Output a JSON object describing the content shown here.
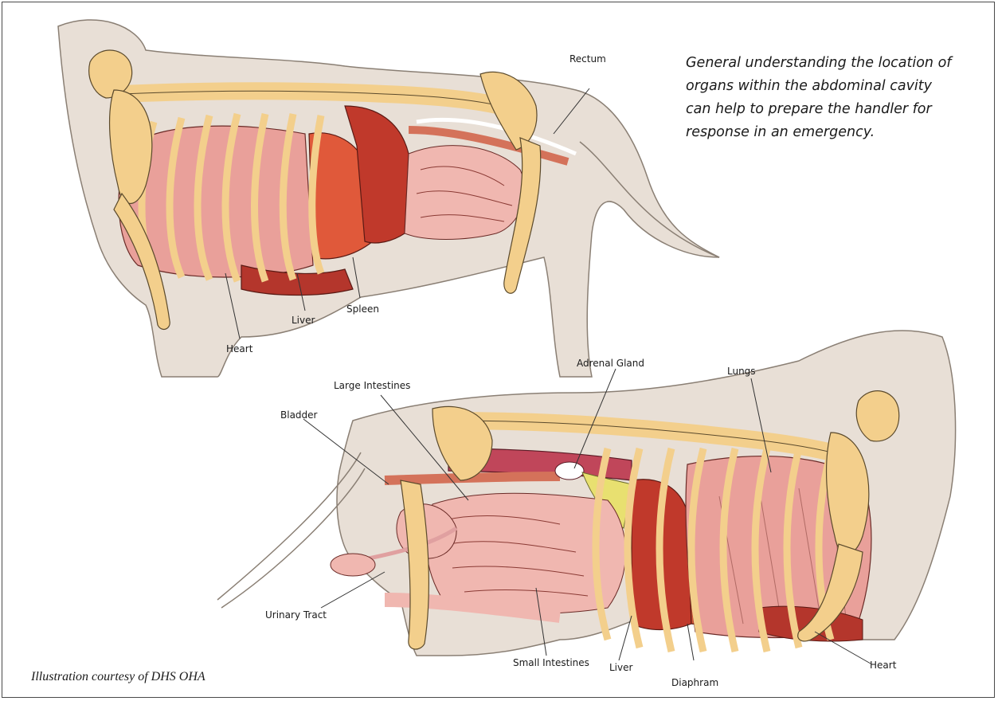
{
  "caption": "General understanding the location of organs within the abdominal cavity can help to prepare the handler for response in an emergency.",
  "credit": "Illustration courtesy of DHS OHA",
  "top_labels": {
    "rectum": "Rectum",
    "liver": "Liver",
    "spleen": "Spleen",
    "heart": "Heart"
  },
  "bottom_labels": {
    "adrenal_gland": "Adrenal Gland",
    "large_intestines": "Large Intestines",
    "lungs": "Lungs",
    "bladder": "Bladder",
    "urinary_tract": "Urinary Tract",
    "small_intestines": "Small Intestines",
    "liver": "Liver",
    "diaphram": "Diaphram",
    "heart": "Heart"
  },
  "colors": {
    "body": "#e8dfd6",
    "bone": "#f3cf8c",
    "bone_outline": "#5b4a2c",
    "lung": "#e9a09a",
    "liver": "#b4362c",
    "spleen": "#e0593a",
    "intestine": "#f0b7b0",
    "large_intestine": "#c0465a",
    "adrenal": "#e8e070"
  }
}
